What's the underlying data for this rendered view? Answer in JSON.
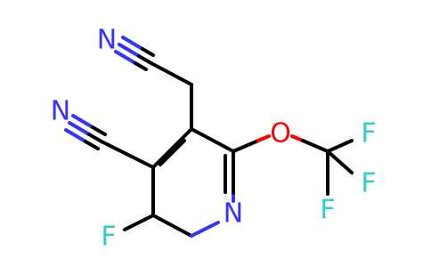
{
  "molecule": {
    "atoms": {
      "n_top": {
        "symbol": "N"
      },
      "n_left": {
        "symbol": "N"
      },
      "n_ring": {
        "symbol": "N"
      },
      "o": {
        "symbol": "O"
      },
      "f_left": {
        "symbol": "F"
      },
      "f1": {
        "symbol": "F"
      },
      "f2": {
        "symbol": "F"
      },
      "f3": {
        "symbol": "F"
      }
    }
  },
  "colors": {
    "bond": "#000000",
    "nitrogen": "#3333ff",
    "oxygen": "#ff0000",
    "fluorine": "#33cccc"
  }
}
